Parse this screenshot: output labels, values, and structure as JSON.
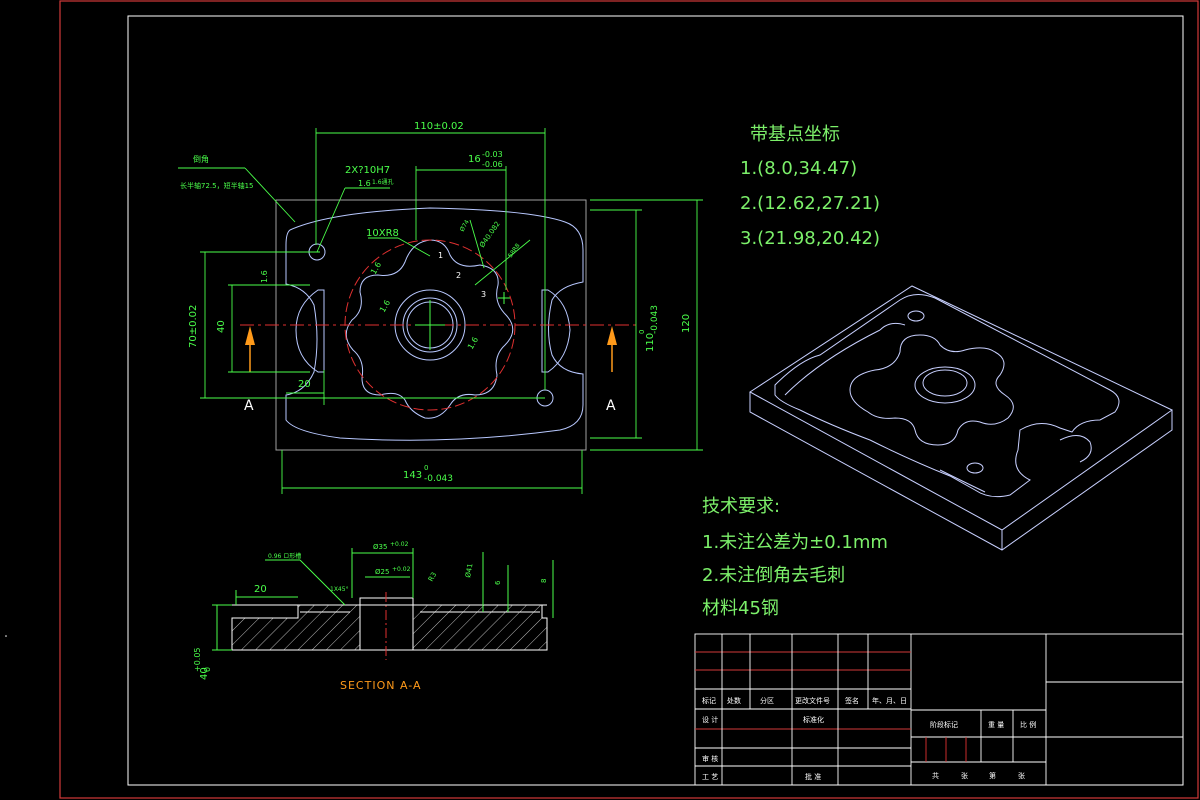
{
  "drawing": {
    "coords_title": "带基点坐标",
    "coords": [
      "1.(8.0,34.47)",
      "2.(12.62,27.21)",
      "3.(21.98,20.42)"
    ],
    "tech_title": "技术要求:",
    "tech_items": [
      "1.未注公差为±0.1mm",
      "2.未注倒角去毛刺",
      "材料45钢"
    ],
    "section_title": "SECTION A-A",
    "section_marker": "A",
    "leader_title": "倒角",
    "leader_note": "长半轴72.5，短半轴15"
  },
  "dimensions": {
    "top_width": "110±0.02",
    "slot_width": "16",
    "slot_width_tol_upper": "-0.03",
    "slot_width_tol_lower": "-0.06",
    "hole_spec": "2X?10H7",
    "hole_roughness": "1.6",
    "hole_note": "1.6通孔",
    "star_spec": "10XR8",
    "dia_74": "Ø74",
    "dia_40": "Ø40.082",
    "r_label": "58R8",
    "roughness": "1.6",
    "height_70": "70±0.02",
    "height_40": "40",
    "width_20": "20",
    "height_110": "110",
    "height_110_upper": "0",
    "height_110_lower": "-0.043",
    "height_120": "120",
    "bottom_width": "143",
    "bottom_width_upper": "0",
    "bottom_width_lower": "-0.043",
    "sec_w20": "20",
    "sec_depth": "40",
    "sec_depth_tol": "+0.05",
    "sec_depth_tol2": "0",
    "sec_bore": "Ø35",
    "sec_bore_tol": "+0.02",
    "sec_bore2": "Ø25",
    "sec_bore2_tol": "+0.02",
    "sec_note": "0.96 ロ形槽",
    "sec_chamfer": "1X45°",
    "sec_r": "R3",
    "sec_d": "Ø41",
    "sec_6": "6",
    "sec_8": "8"
  },
  "title_block": {
    "row_labels": [
      "标记",
      "处数",
      "分区",
      "更改文件号",
      "签名",
      "年、月、日"
    ],
    "design": "设 计",
    "standardize": "标准化",
    "review": "审 核",
    "process": "工 艺",
    "approve": "批 准",
    "stage_mark": "阶段标记",
    "weight": "重 量",
    "scale": "比 例",
    "sheets_total": "共",
    "sheets_word": "张",
    "sheet_no": "第",
    "sheet_word": "张"
  }
}
